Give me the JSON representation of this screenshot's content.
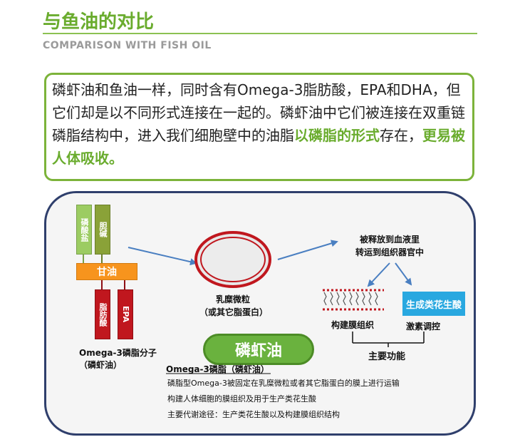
{
  "header": {
    "title": "与鱼油的对比",
    "subtitle": "COMPARISON WITH FISH OIL"
  },
  "intro": {
    "part1": "磷虾油和鱼油一样，同时含有Omega-3脂肪酸，EPA和DHA，但它们却是以不同形式连接在一起的。磷虾油中它们被连接在双重链磷脂结构中，进入我们细胞壁中的油脂",
    "highlight1": "以磷脂的形式",
    "part2": "存在，",
    "highlight2": "更易被人体吸收。"
  },
  "molecule": {
    "phosphate": "磷酸盐",
    "choline": "胆碱",
    "glycerol": "甘油",
    "fatty_acid": "脂肪酸",
    "epa": "EPA",
    "caption": "Omega-3磷脂分子（磷虾油）"
  },
  "micelle": {
    "label_line1": "乳糜微粒",
    "label_line2": "（或其它脂蛋白）",
    "krill_oil": "磷虾油"
  },
  "transport": {
    "line1": "被释放到血液里",
    "line2": "转运到组织器官中"
  },
  "functions": {
    "membrane": "构建膜组织",
    "prostaglandin": "生成类花生酸",
    "hormone": "激素调控",
    "main": "主要功能"
  },
  "notes": {
    "heading": "Omega-3磷脂（磷虾油）",
    "line1": "磷脂型Omega-3被固定在乳糜微粒或者其它脂蛋白的膜上进行运输",
    "line2": "构建人体细胞的膜组织及用于生产类花生酸",
    "line3": "主要代谢途径：生产类花生酸以及构建膜组织结构"
  },
  "colors": {
    "brand_green": "#6aac2e",
    "frame_navy": "#2f3f6c",
    "arrow_blue": "#4a7fc1",
    "red": "#c0171e",
    "orange": "#f7941d",
    "blue_box": "#29a8e0"
  }
}
